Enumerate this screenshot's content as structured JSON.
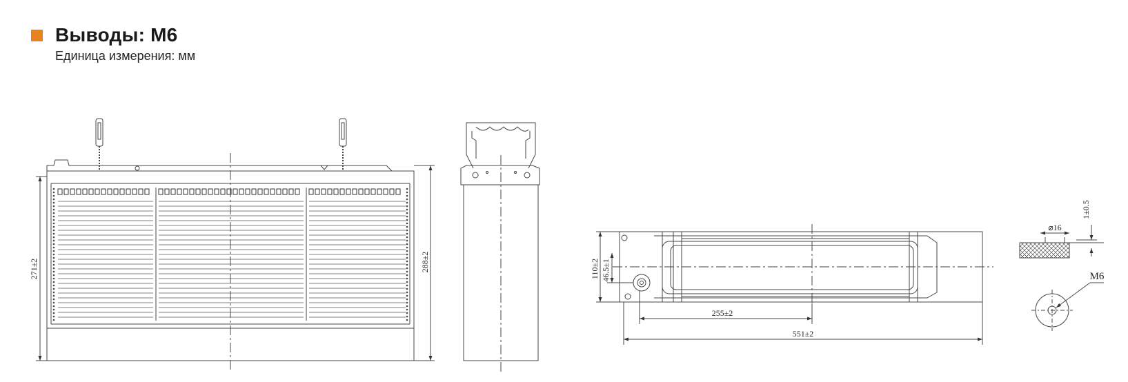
{
  "header": {
    "title": "Выводы: M6",
    "subtitle": "Единица измерения: мм",
    "bullet_color": "#e8821e"
  },
  "dimensions": {
    "front_height": "271±2",
    "total_height": "288±2",
    "top_width": "110±2",
    "terminal_offset": "46.5±1",
    "terminal_spacing": "255±2",
    "total_length": "551±2",
    "terminal_diameter": "⌀16",
    "terminal_recess": "1±0.5",
    "thread": "M6"
  }
}
